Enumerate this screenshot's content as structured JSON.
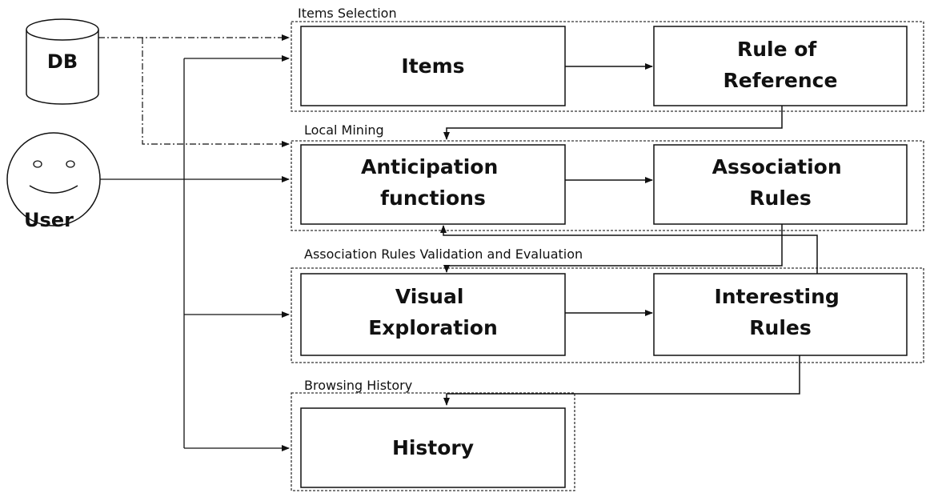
{
  "groups": {
    "items_selection": "Items Selection",
    "local_mining": "Local Mining",
    "validation": "Association Rules Validation and Evaluation",
    "browsing_history": "Browsing History"
  },
  "actors": {
    "db": "DB",
    "user": "User"
  },
  "boxes": {
    "items": [
      "Items"
    ],
    "rule_of_reference": [
      "Rule of",
      "Reference"
    ],
    "anticipation_functions": [
      "Anticipation",
      "functions"
    ],
    "association_rules": [
      "Association",
      "Rules"
    ],
    "visual_exploration": [
      "Visual",
      "Exploration"
    ],
    "interesting_rules": [
      "Interesting",
      "Rules"
    ],
    "history": [
      "History"
    ]
  }
}
